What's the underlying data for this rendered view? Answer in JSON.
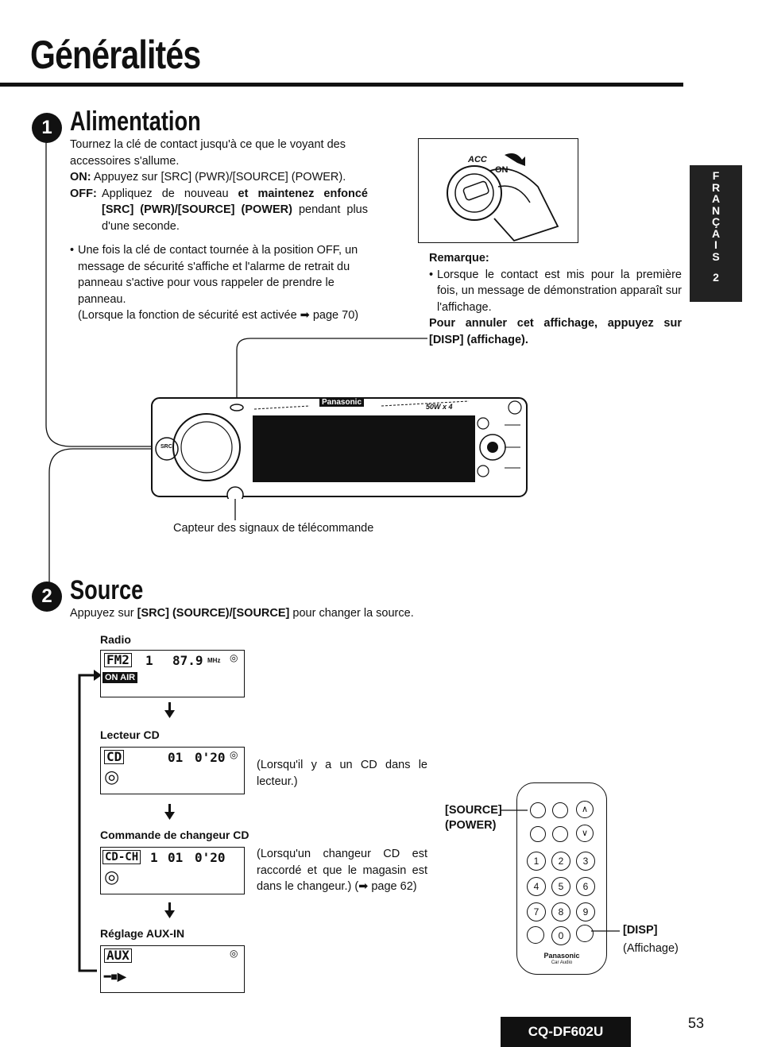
{
  "page": {
    "title": "Généralités",
    "side_tab": [
      "F",
      "R",
      "A",
      "N",
      "Ç",
      "A",
      "I",
      "S",
      "",
      "2"
    ],
    "model": "CQ-DF602U",
    "page_number": "53"
  },
  "alimentation": {
    "number": "1",
    "heading": "Alimentation",
    "intro": "Tournez la clé de contact jusqu'à ce que le voyant des accessoires s'allume.",
    "on_label": "ON:",
    "on_text": "Appuyez sur [SRC] (PWR)/[SOURCE] (POWER).",
    "off_label": "OFF:",
    "off_text_1": "Appliquez de nouveau",
    "off_bold": "et maintenez enfoncé [SRC] (PWR)/[SOURCE] (POWER)",
    "off_text_2": "pendant plus d'une seconde.",
    "bullet": "Une fois la clé de contact tournée à la position OFF, un message de sécurité s'affiche et l'alarme de retrait du panneau s'active pour vous rappeler de prendre le panneau.",
    "note": "(Lorsque la fonction de sécurité est activée ➡ page 70)",
    "illus_acc": "ACC",
    "illus_on": "ON",
    "remarque_label": "Remarque:",
    "remarque_text": "Lorsque le contact est mis pour la première fois, un message de démonstration apparaît sur l'affichage.",
    "remarque_bold": "Pour annuler cet affichage, appuyez sur [DISP] (affichage).",
    "capteur": "Capteur des signaux de télécommande",
    "unit_brand": "Panasonic",
    "unit_power": "50W x 4",
    "unit_src": "SRC"
  },
  "source": {
    "number": "2",
    "heading": "Source",
    "intro_1": "Appuyez sur",
    "intro_bold": "[SRC] (SOURCE)/[SOURCE]",
    "intro_2": "pour changer la source.",
    "radio_label": "Radio",
    "radio_band": "FM2",
    "radio_preset": "1",
    "radio_freq": "87.9",
    "radio_unit": "MHz",
    "radio_onair": "ON AIR",
    "cd_label": "Lecteur CD",
    "cd_text": "CD",
    "cd_track": "01",
    "cd_time": "0'20",
    "cd_note": "(Lorsqu'il y a un CD dans le lecteur.)",
    "chg_label": "Commande de changeur CD",
    "chg_text": "CD-CH",
    "chg_disc": "1",
    "chg_track": "01",
    "chg_time": "0'20",
    "chg_note": "(Lorsqu'un changeur CD est raccordé et que le magasin est dans le changeur.) (➡ page 62)",
    "aux_label": "Réglage AUX-IN",
    "aux_text": "AUX",
    "remote_source": "[SOURCE]",
    "remote_power": "(POWER)",
    "remote_disp": "[DISP]",
    "remote_disp_sub": "(Affichage)",
    "remote_brand": "Panasonic",
    "remote_sub": "Car Audio",
    "remote_keys": [
      "1",
      "2",
      "3",
      "4",
      "5",
      "6",
      "7",
      "8",
      "9",
      "0"
    ]
  }
}
